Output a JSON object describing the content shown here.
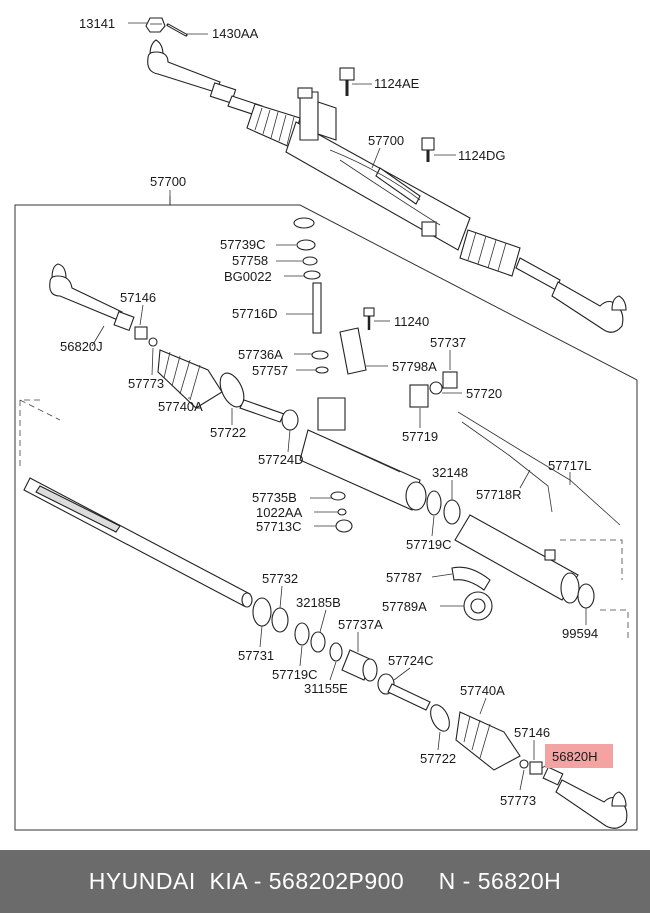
{
  "colors": {
    "highlight": "#f4a3a3",
    "footer_bg": "#6b6b6b",
    "footer_text": "#ffffff"
  },
  "footer": {
    "text": "HYUNDAI  KIA - 568202P900     N - 56820H"
  },
  "labels": {
    "l13141": "13141",
    "l1430AA": "1430AA",
    "l1124AE": "1124AE",
    "l57700_top": "57700",
    "l1124DG": "1124DG",
    "l57700_main": "57700",
    "l57739C": "57739C",
    "l57758": "57758",
    "lBG0022": "BG0022",
    "l57146_left": "57146",
    "l57716D": "57716D",
    "l11240": "11240",
    "l56820J": "56820J",
    "l57737_top": "57737",
    "l57773_left": "57773",
    "l57736A": "57736A",
    "l57798A": "57798A",
    "l57757": "57757",
    "l57720": "57720",
    "l57740A_left": "57740A",
    "l57722_left": "57722",
    "l57719": "57719",
    "l57724D": "57724D",
    "l57717L": "57717L",
    "l32148": "32148",
    "l57718R": "57718R",
    "l57735B": "57735B",
    "l1022AA": "1022AA",
    "l57713C": "57713C",
    "l57719C_right": "57719C",
    "l57787": "57787",
    "l57732": "57732",
    "l57789A": "57789A",
    "l32185B": "32185B",
    "l99594": "99594",
    "l57731": "57731",
    "l57737A": "57737A",
    "l57719C_left": "57719C",
    "l57724C": "57724C",
    "l31155E": "31155E",
    "l57740A_right": "57740A",
    "l57146_right": "57146",
    "l56820H": "56820H",
    "l57722_right": "57722",
    "l57773_right": "57773"
  }
}
